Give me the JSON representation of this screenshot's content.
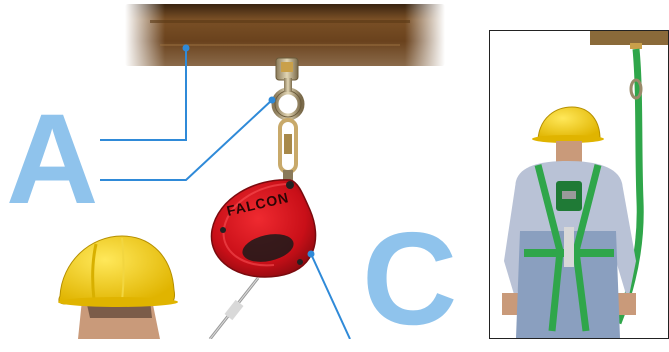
{
  "labels": {
    "anchor_point": "A",
    "connector": "C"
  },
  "device": {
    "brand": "FALCON"
  },
  "icons": [
    "steel-beam",
    "beam-clamp",
    "carabiner",
    "self-retracting-lifeline",
    "hard-hat",
    "worker-in-harness"
  ],
  "colors": {
    "label_blue": "#8fc3ec",
    "leader_line_blue": "#2f8ad8",
    "device_red": "#d3111c",
    "hard_hat_yellow": "#f5d21a",
    "harness_green": "#2fa64a",
    "beam_brown": "#6b4420"
  }
}
